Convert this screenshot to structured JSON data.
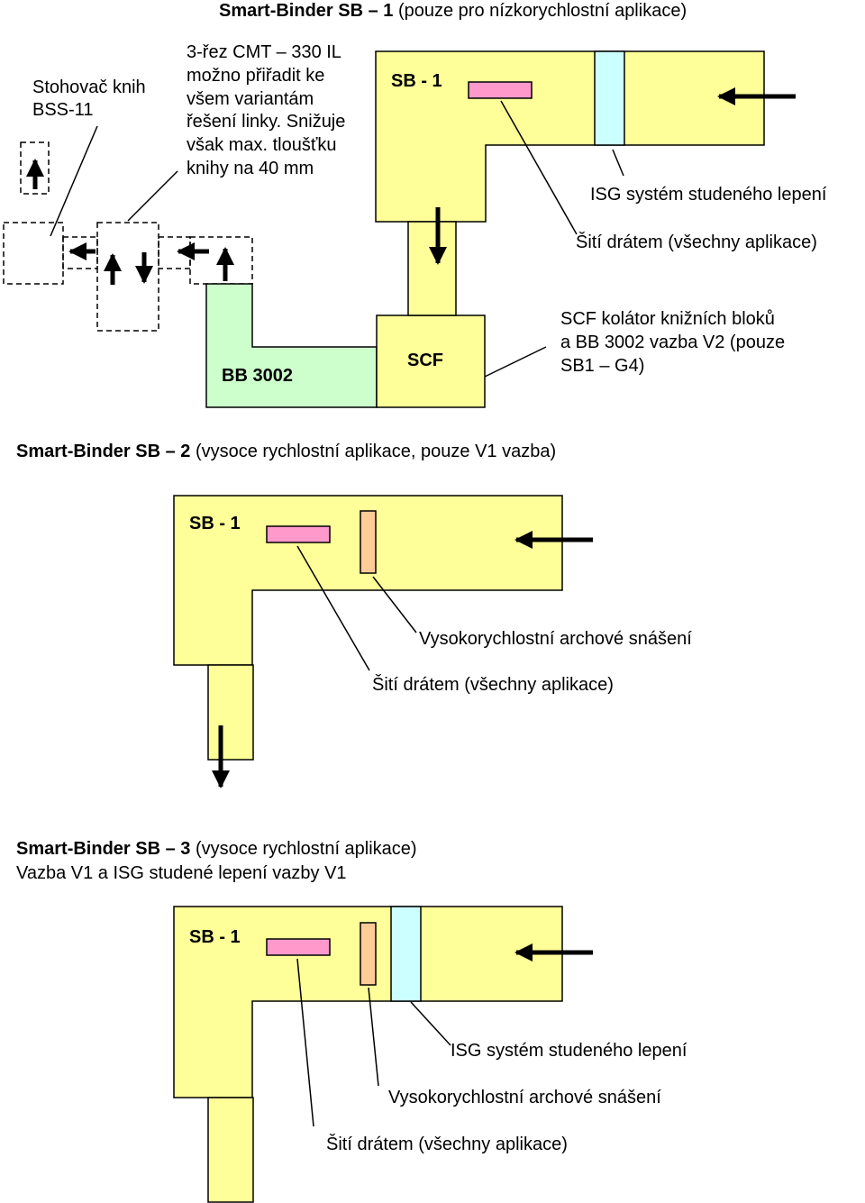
{
  "colors": {
    "machine_fill": "#ffff99",
    "bb_fill": "#ccffcc",
    "stitching": "#ff99cc",
    "isg": "#ccffff",
    "sheet_feeder": "#ffcc99",
    "outline": "#000000"
  },
  "section1": {
    "title_bold": "Smart-Binder SB – 1",
    "title_rest": " (pouze pro nízkorychlostní aplikace)",
    "stacker_label": [
      "Stohovač knih",
      "BSS-11"
    ],
    "trimmer_note": [
      "3-řez CMT – 330 IL",
      "možno přiřadit ke",
      "všem variantám",
      "řešení linky. Snižuje",
      "však max. tloušťku",
      "knihy na 40 mm"
    ],
    "sb1_label": "SB - 1",
    "bb_label": "BB 3002",
    "scf_label": "SCF",
    "isg_label": "ISG systém studeného lepení",
    "stitch_label": "Šití drátem (všechny aplikace)",
    "scf_desc": [
      "SCF kolátor knižních bloků",
      "a BB 3002 vazba V2 (pouze",
      "SB1 – G4)"
    ]
  },
  "section2": {
    "title_bold": "Smart-Binder SB – 2",
    "title_rest": " (vysoce rychlostní aplikace, pouze V1 vazba)",
    "sb1_label": "SB - 1",
    "feeder_label": "Vysokorychlostní archové snášení",
    "stitch_label": "Šití drátem (všechny aplikace)"
  },
  "section3": {
    "title_bold": "Smart-Binder SB – 3",
    "title_rest": " (vysoce rychlostní aplikace)",
    "subtitle": "Vazba V1 a ISG studené lepení vazby V1",
    "sb1_label": "SB - 1",
    "isg_label": "ISG systém studeného lepení",
    "feeder_label": "Vysokorychlostní archové snášení",
    "stitch_label": "Šití drátem (všechny aplikace)"
  }
}
